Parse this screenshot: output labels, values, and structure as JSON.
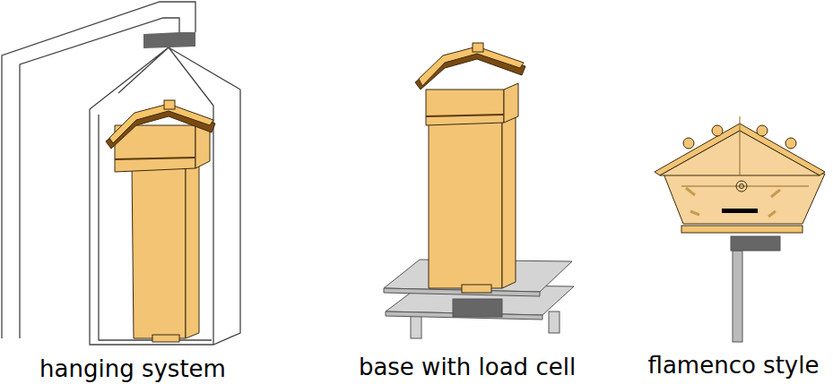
{
  "diagram": {
    "labels": [
      "hanging system",
      "base with load cell",
      "flamenco style"
    ]
  }
}
